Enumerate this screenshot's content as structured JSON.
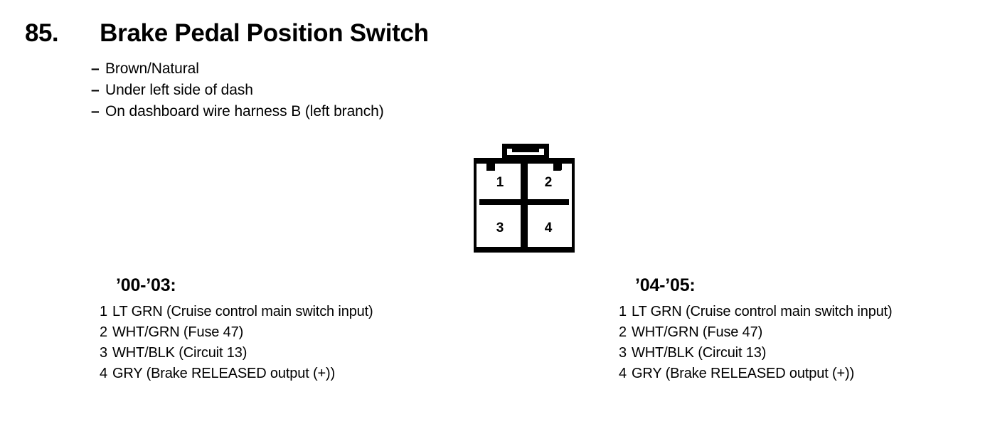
{
  "header": {
    "item_number": "85.",
    "title": "Brake Pedal Position Switch",
    "bullet_marker": "–",
    "bullets": [
      "Brown/Natural",
      "Under left side of dash",
      "On dashboard wire harness B (left branch)"
    ]
  },
  "connector": {
    "name": "4-pin-connector",
    "cavity_labels": [
      "1",
      "2",
      "3",
      "4"
    ],
    "rows": 2,
    "columns": 2
  },
  "pinouts": [
    {
      "heading": "’00-’03:",
      "pins": [
        {
          "number": "1",
          "description": "LT GRN (Cruise control main switch input)"
        },
        {
          "number": "2",
          "description": "WHT/GRN (Fuse 47)"
        },
        {
          "number": "3",
          "description": "WHT/BLK (Circuit 13)"
        },
        {
          "number": "4",
          "description": "GRY (Brake RELEASED output (+))"
        }
      ]
    },
    {
      "heading": "’04-’05:",
      "pins": [
        {
          "number": "1",
          "description": "LT GRN (Cruise control main switch input)"
        },
        {
          "number": "2",
          "description": "WHT/GRN (Fuse 47)"
        },
        {
          "number": "3",
          "description": "WHT/BLK (Circuit 13)"
        },
        {
          "number": "4",
          "description": "GRY (Brake RELEASED output (+))"
        }
      ]
    }
  ],
  "colors": {
    "ink": "#000000",
    "paper": "#ffffff"
  }
}
